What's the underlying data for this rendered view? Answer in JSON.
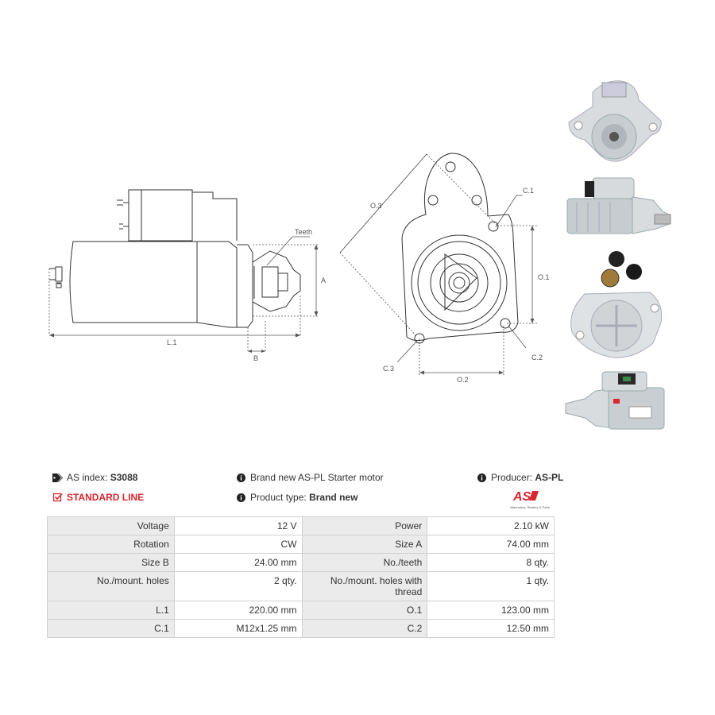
{
  "header": {
    "as_index_label": "AS index:",
    "as_index_value": "S3088",
    "standard_line": "STANDARD LINE",
    "description": "Brand new AS-PL Starter motor",
    "product_type_label": "Product type:",
    "product_type_value": "Brand new",
    "producer_label": "Producer:",
    "producer_value": "AS-PL",
    "logo_text": "AS",
    "logo_tagline": "Alternators, Starters & Parts"
  },
  "drawing_labels": {
    "teeth": "Teeth",
    "a": "A",
    "b": "B",
    "l1": "L.1",
    "o3": "O.3",
    "c1": "C.1",
    "o1": "O.1",
    "c2": "C.2",
    "c3": "C.3",
    "o2": "O.2"
  },
  "photos": [
    {
      "icon": "starter-front-view"
    },
    {
      "icon": "starter-side-view"
    },
    {
      "icon": "starter-rear-view"
    },
    {
      "icon": "starter-label-view"
    }
  ],
  "specs": [
    {
      "k1": "Voltage",
      "v1": "12 V",
      "k2": "Power",
      "v2": "2.10 kW"
    },
    {
      "k1": "Rotation",
      "v1": "CW",
      "k2": "Size A",
      "v2": "74.00 mm"
    },
    {
      "k1": "Size B",
      "v1": "24.00 mm",
      "k2": "No./teeth",
      "v2": "8 qty."
    },
    {
      "k1": "No./mount. holes",
      "v1": "2 qty.",
      "k2": "No./mount. holes with thread",
      "v2": "1 qty."
    },
    {
      "k1": "L.1",
      "v1": "220.00 mm",
      "k2": "O.1",
      "v2": "123.00 mm"
    },
    {
      "k1": "C.1",
      "v1": "M12x1.25 mm",
      "k2": "C.2",
      "v2": "12.50 mm"
    }
  ],
  "colors": {
    "accent": "#d9262f",
    "key_bg": "#ebebeb",
    "border": "#d0d0d0"
  }
}
